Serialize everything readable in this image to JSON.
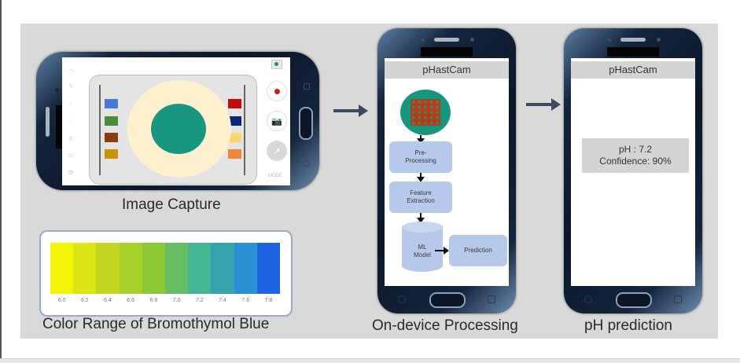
{
  "stages": {
    "capture": {
      "caption": "Image Capture",
      "side_icons": [
        "chevron-up-icon",
        "flash-icon",
        "iso-icon",
        "wb-icon",
        "exposure-icon",
        "resolution-icon",
        "settings-icon"
      ],
      "left_swatches": [
        "#4a78d6",
        "#4e8a3a",
        "#8a3c0e",
        "#c99405"
      ],
      "right_swatches": [
        "#c40b0b",
        "#0c2874",
        "#fcd66a",
        "#ef863a"
      ],
      "outer_ring_color": "#fdf0cf",
      "sample_color": "#17977f",
      "mode_label": "MODE",
      "camera_glyph": "📷"
    },
    "processing": {
      "caption": "On-device Processing",
      "app_title": "pHastCam",
      "steps": {
        "pre_processing": "Pre-\nProcessing",
        "feature_extraction": "Feature\nExtraction",
        "ml_model": "ML\nModel",
        "prediction": "Prediction"
      }
    },
    "prediction": {
      "caption": "pH prediction",
      "app_title": "pHastCam",
      "ph_line": "pH : 7.2",
      "confidence_line": "Confidence: 90%"
    },
    "color_range": {
      "caption": "Color Range of Bromothymol Blue",
      "swatches": [
        {
          "ph": "6.0",
          "color": "#f3f508"
        },
        {
          "ph": "6.2",
          "color": "#dbe513"
        },
        {
          "ph": "6.4",
          "color": "#c3d51f"
        },
        {
          "ph": "6.6",
          "color": "#a7d12a"
        },
        {
          "ph": "6.8",
          "color": "#8cc833"
        },
        {
          "ph": "7.0",
          "color": "#67be62"
        },
        {
          "ph": "7.2",
          "color": "#45b797"
        },
        {
          "ph": "7.4",
          "color": "#37a3ad"
        },
        {
          "ph": "7.6",
          "color": "#2a91d5"
        },
        {
          "ph": "7.8",
          "color": "#1f62e2"
        }
      ]
    }
  },
  "colors": {
    "panel_bg": "#d9d9d9",
    "flow_box": "#b7c9ea",
    "app_bar": "#d4d4d4",
    "arrow": "#3c4a60"
  }
}
